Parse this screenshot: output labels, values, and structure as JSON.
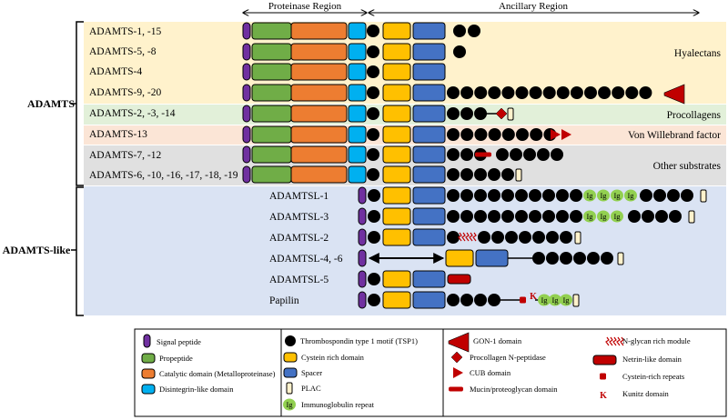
{
  "header": {
    "proteinase_region": "Proteinase Region",
    "ancillary_region": "Ancillary Region"
  },
  "groups": {
    "adamts": "ADAMTS",
    "adamts_like": "ADAMTS-like"
  },
  "categories": {
    "hyalectans": "Hyalectans",
    "procollagens": "Procollagens",
    "von_willebrand": "Von Willebrand factor",
    "other_substrates": "Other substrates"
  },
  "rows": [
    {
      "label": "ADAMTS-1, -15"
    },
    {
      "label": "ADAMTS-5, -8"
    },
    {
      "label": "ADAMTS-4"
    },
    {
      "label": "ADAMTS-9, -20"
    },
    {
      "label": "ADAMTS-2, -3, -14"
    },
    {
      "label": "ADAMTS-13"
    },
    {
      "label": "ADAMTS-7, -12"
    },
    {
      "label": "ADAMTS-6, -10, -16, -17, -18, -19"
    },
    {
      "label": "ADAMTSL-1"
    },
    {
      "label": "ADAMTSL-3"
    },
    {
      "label": "ADAMTSL-2"
    },
    {
      "label": "ADAMTSL-4, -6"
    },
    {
      "label": "ADAMTSL-5"
    },
    {
      "label": "Papilin"
    }
  ],
  "ig_label": "Ig",
  "kunitz_label": "K",
  "legend": {
    "signal_peptide": "Signal peptide",
    "propeptide": "Propeptide",
    "catalytic": "Catalytic domain (Metalloproteinase)",
    "disintegrin": "Disintegrin-like domain",
    "tsp1": "Thrombospondin type 1 motif (TSP1)",
    "cysteine_rich": "Cystein rich domain",
    "spacer": "Spacer",
    "plac": "PLAC",
    "immunoglobulin": "Immunoglobulin repeat",
    "gon1": "GON-1 domain",
    "procollagen_np": "Procollagen N-peptidase",
    "cub": "CUB domain",
    "mucin": "Mucin/proteoglycan domain",
    "nglycan": "N-glycan rich module",
    "netrin": "Netrin-like domain",
    "cys_repeats": "Cystein-rich repeats",
    "kunitz": "Kunitz domain"
  },
  "colors": {
    "signal_peptide": "#7030a0",
    "propeptide": "#70ad47",
    "catalytic": "#ed7d31",
    "disintegrin": "#00b0f0",
    "cysteine_rich": "#ffc000",
    "spacer": "#4472c4",
    "plac": "#fff2cc",
    "ig": "#92d050",
    "red": "#c00000",
    "hyalectans_bg": "#fff2cc",
    "procollagens_bg": "#e2f0d9",
    "vwf_bg": "#fbe5d6",
    "other_bg": "#e0e0e0",
    "adamts_like_bg": "#dae3f3"
  }
}
